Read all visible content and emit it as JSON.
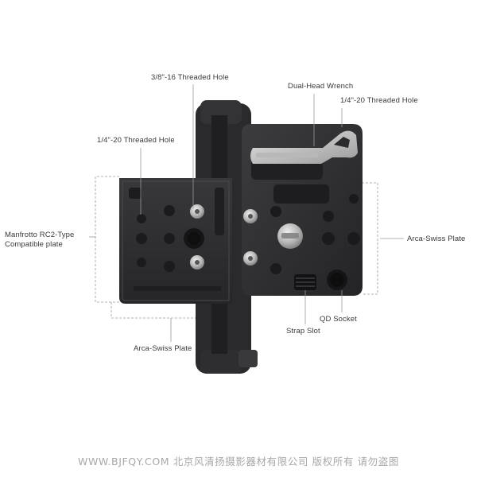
{
  "callouts": {
    "threaded_hole_3_8": "3/8\"-16 Threaded Hole",
    "dual_head_wrench": "Dual-Head Wrench",
    "threaded_hole_1_4_right": "1/4\"-20 Threaded Hole",
    "threaded_hole_1_4_left": "1/4\"-20 Threaded Hole",
    "manfrotto_plate": "Manfrotto RC2-Type Compatible plate",
    "arca_swiss_right": "Arca-Swiss Plate",
    "qd_socket": "QD Socket",
    "strap_slot": "Strap Slot",
    "arca_swiss_left": "Arca-Swiss Plate"
  },
  "watermark": "WWW.BJFQY.COM 北京风清扬摄影器材有限公司 版权所有 请勿盗图",
  "colors": {
    "metal_dark": "#2b2b2d",
    "metal_mid": "#3a3a3d",
    "leader_line": "#9a9a9a",
    "label_text": "#3a3a3a"
  }
}
